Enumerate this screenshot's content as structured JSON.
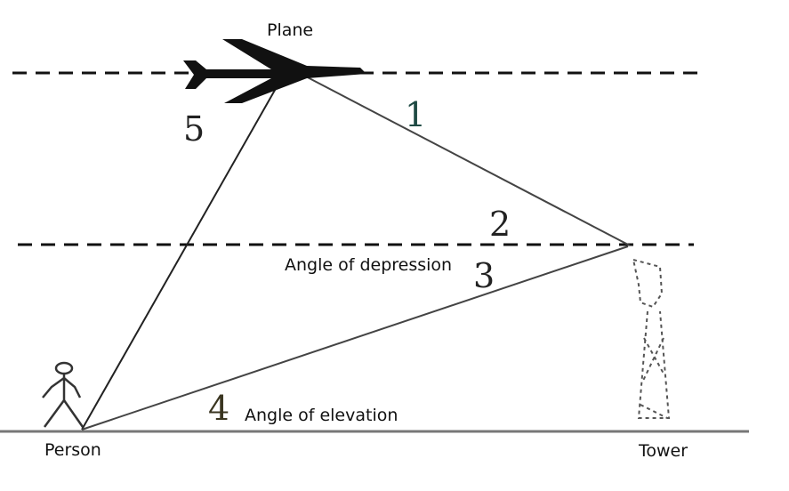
{
  "labels": {
    "plane": "Plane",
    "person": "Person",
    "tower": "Tower",
    "angle_of_depression": "Angle of depression",
    "angle_of_elevation": "Angle of elevation"
  },
  "angle_numbers": {
    "n1": "1",
    "n2": "2",
    "n3": "3",
    "n4": "4",
    "n5": "5"
  },
  "colors": {
    "n1": "#1f4a44",
    "n4": "#3a3520",
    "line": "#222222"
  }
}
